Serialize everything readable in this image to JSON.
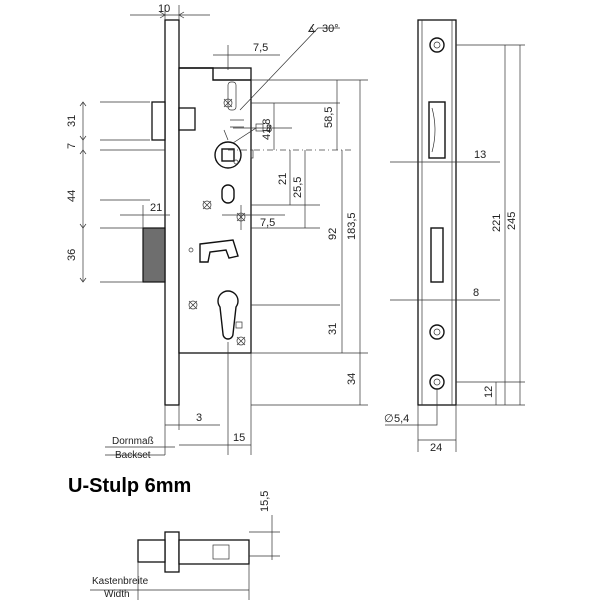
{
  "title": "U-Stulp 6mm",
  "labels": {
    "backset_de": "Dornmaß",
    "backset_en": "Backset",
    "width_de": "Kastenbreite",
    "width_en": "Width"
  },
  "dims": {
    "top_10": "10",
    "d_7_5_top": "7,5",
    "angle_30": "30°",
    "square_8": "8",
    "d_31_left": "31",
    "d_7_left": "7",
    "d_44_left": "44",
    "d_21_bolt": "21",
    "d_36_left": "36",
    "d_58_5": "58,5",
    "d_41_8": "41,8",
    "d_21_mid": "21",
    "d_25_5": "25,5",
    "d_7_5_mid": "7,5",
    "d_92": "92",
    "d_183_5": "183,5",
    "d_31_right": "31",
    "d_34": "34",
    "d_3": "3",
    "d_15": "15",
    "d_13": "13",
    "d_221": "221",
    "d_245": "245",
    "d_8_face": "8",
    "d_12": "12",
    "d_5_4": "5,4",
    "d_24": "24",
    "d_15_5": "15,5"
  }
}
